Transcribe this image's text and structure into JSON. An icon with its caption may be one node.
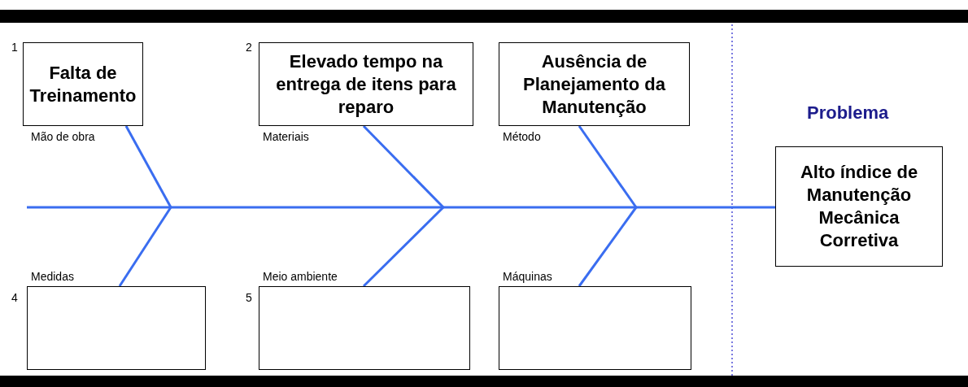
{
  "diagram": {
    "nodes": [
      {
        "text": [
          "Falta de Treinamento"
        ],
        "beside": [
          "1",
          "Mão de obra"
        ]
      },
      {
        "text": [
          "Elevado tempo na entrega de itens para reparo"
        ],
        "beside": [
          "2",
          "Materiais"
        ]
      },
      {
        "text": [
          "Ausência de Planejamento da Manutenção"
        ],
        "beside": [
          "Método"
        ]
      },
      {
        "text": [
          "Alto índice de Manutenção Mecânica Corretiva"
        ],
        "beside": [
          "Problema"
        ]
      },
      {
        "text": [],
        "shape": "box",
        "beside": [
          "4",
          "Medidas"
        ]
      },
      {
        "text": [],
        "shape": "box",
        "beside": [
          "5",
          "Meio ambiente"
        ]
      },
      {
        "text": [],
        "shape": "box",
        "beside": [
          "Máquinas"
        ]
      }
    ],
    "edges": [
      {
        "from": null,
        "to": 3,
        "arrow": "none"
      },
      {
        "from": 0,
        "to": null,
        "arrow": "none"
      },
      {
        "from": 1,
        "to": null,
        "arrow": "none"
      },
      {
        "from": 2,
        "to": null,
        "arrow": "none"
      },
      {
        "from": 4,
        "to": null,
        "arrow": "none"
      },
      {
        "from": 5,
        "to": null,
        "arrow": "none"
      },
      {
        "from": 6,
        "to": null,
        "arrow": "none"
      }
    ]
  }
}
